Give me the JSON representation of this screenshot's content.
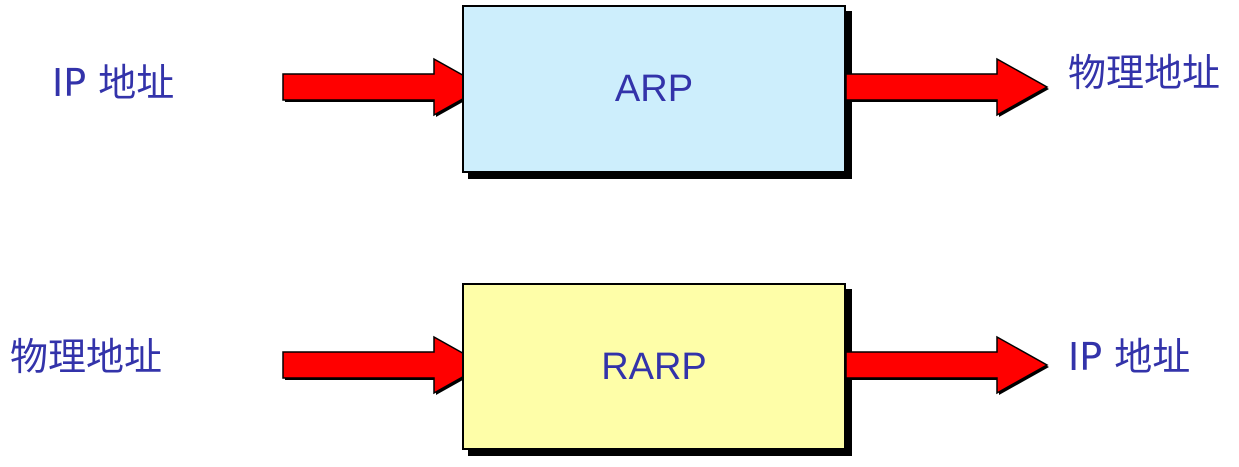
{
  "arp": {
    "input_label": "IP 地址",
    "box_label": "ARP",
    "output_label": "物理地址",
    "box_color": "#cdeefc"
  },
  "rarp": {
    "input_label": "物理地址",
    "box_label": "RARP",
    "output_label": "IP 地址",
    "box_color": "#fefea8"
  },
  "colors": {
    "text": "#3333aa",
    "arrow_fill": "#ff0000",
    "outline": "#000000"
  }
}
